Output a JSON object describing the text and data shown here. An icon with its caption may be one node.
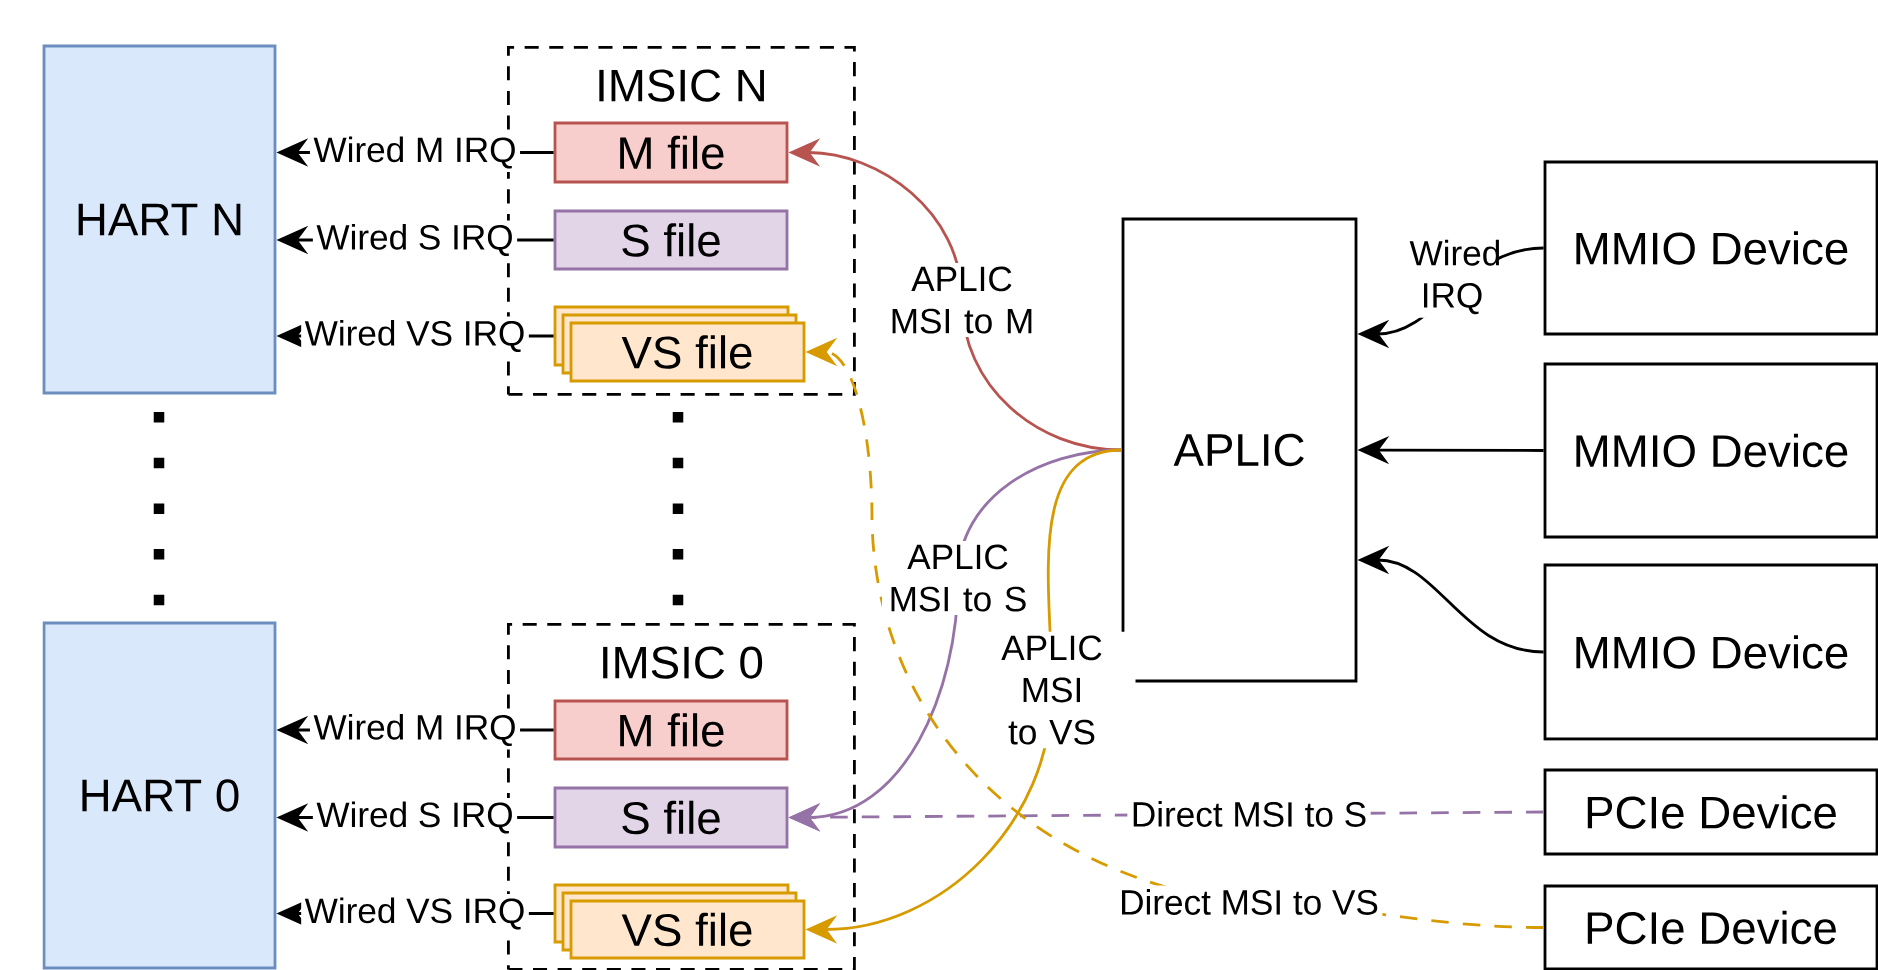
{
  "diagram": {
    "nodes": [
      {
        "text": [
          "HART N"
        ]
      },
      {
        "text": [
          "IMSIC N"
        ]
      },
      {
        "text": [
          "M file"
        ],
        "in": 1
      },
      {
        "text": [
          "S file"
        ],
        "in": 1
      },
      {
        "text": [
          "VS file"
        ],
        "in": 1
      },
      {
        "text": [
          "HART 0"
        ]
      },
      {
        "text": [
          "IMSIC 0"
        ]
      },
      {
        "text": [
          "M file"
        ],
        "in": 6
      },
      {
        "text": [
          "S file"
        ],
        "in": 6
      },
      {
        "text": [
          "VS file"
        ],
        "in": 6
      },
      {
        "text": [
          "APLIC"
        ]
      },
      {
        "text": [
          "MMIO Device"
        ]
      },
      {
        "text": [
          "MMIO Device"
        ]
      },
      {
        "text": [
          "MMIO Device"
        ]
      },
      {
        "text": [
          "PCIe Device"
        ]
      },
      {
        "text": [
          "PCIe Device"
        ]
      }
    ],
    "edges": [
      {
        "from": 2,
        "to": 0,
        "arrow": "to",
        "label": "Wired M IRQ"
      },
      {
        "from": 3,
        "to": 0,
        "arrow": "to",
        "label": "Wired S IRQ"
      },
      {
        "from": 4,
        "to": 0,
        "arrow": "to",
        "label": "Wired VS IRQ"
      },
      {
        "from": 7,
        "to": 5,
        "arrow": "to",
        "label": "Wired M IRQ"
      },
      {
        "from": 8,
        "to": 5,
        "arrow": "to",
        "label": "Wired S IRQ"
      },
      {
        "from": 9,
        "to": 5,
        "arrow": "to",
        "label": "Wired VS IRQ"
      },
      {
        "from": 10,
        "to": 2,
        "arrow": "to",
        "label": "APLIC MSI to M",
        "color": "#b85450"
      },
      {
        "from": 10,
        "to": 8,
        "arrow": "to",
        "label": "APLIC MSI to S",
        "color": "#9673a6"
      },
      {
        "from": 10,
        "to": 9,
        "arrow": "to",
        "label": "APLIC MSI to VS",
        "color": "#d79b00"
      },
      {
        "from": 11,
        "to": 10,
        "arrow": "to",
        "label": "Wired IRQ"
      },
      {
        "from": 12,
        "to": 10,
        "arrow": "to"
      },
      {
        "from": 13,
        "to": 10,
        "arrow": "to"
      },
      {
        "from": 14,
        "to": 8,
        "arrow": "to",
        "label": "Direct MSI to S",
        "style": "dashed",
        "color": "#9673a6"
      },
      {
        "from": 15,
        "to": 4,
        "arrow": "to",
        "label": "Direct MSI to VS",
        "style": "dashed",
        "color": "#d79b00"
      }
    ]
  }
}
